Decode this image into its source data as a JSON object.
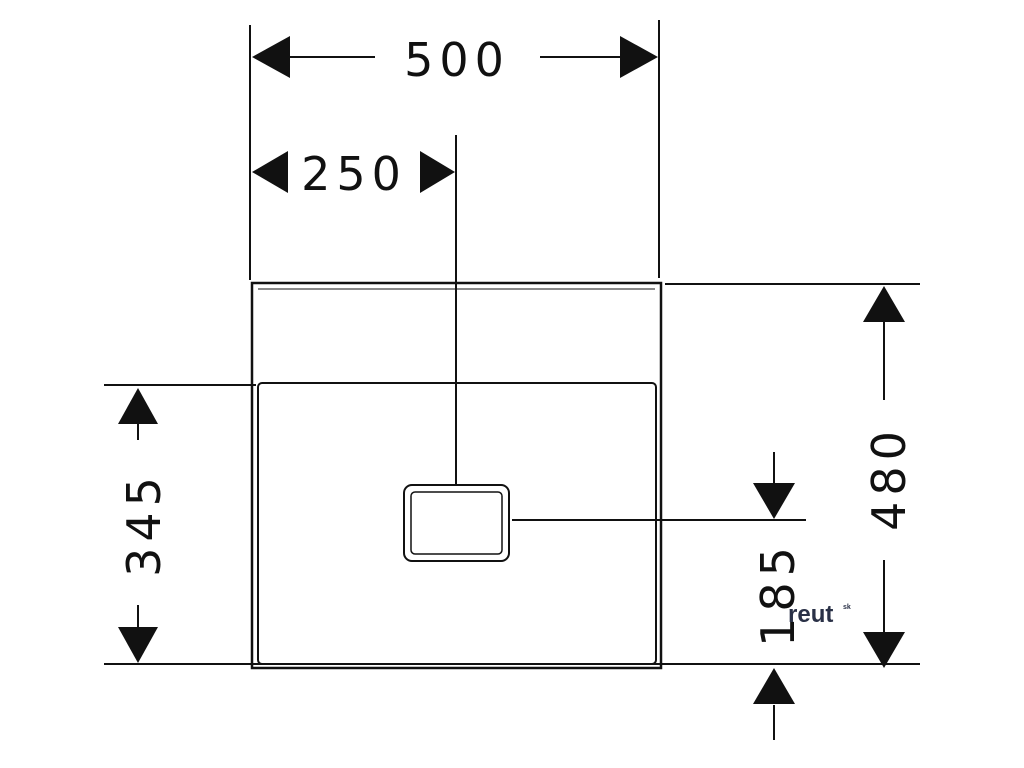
{
  "dimensions": {
    "width_total": "500",
    "half_width": "250",
    "height_total": "480",
    "front_height": "345",
    "drain_height": "185"
  },
  "logo": {
    "text": "reut",
    "superscript": "sk"
  },
  "colors": {
    "line": "#111111",
    "logo": "#2a3147",
    "background": "#ffffff"
  }
}
